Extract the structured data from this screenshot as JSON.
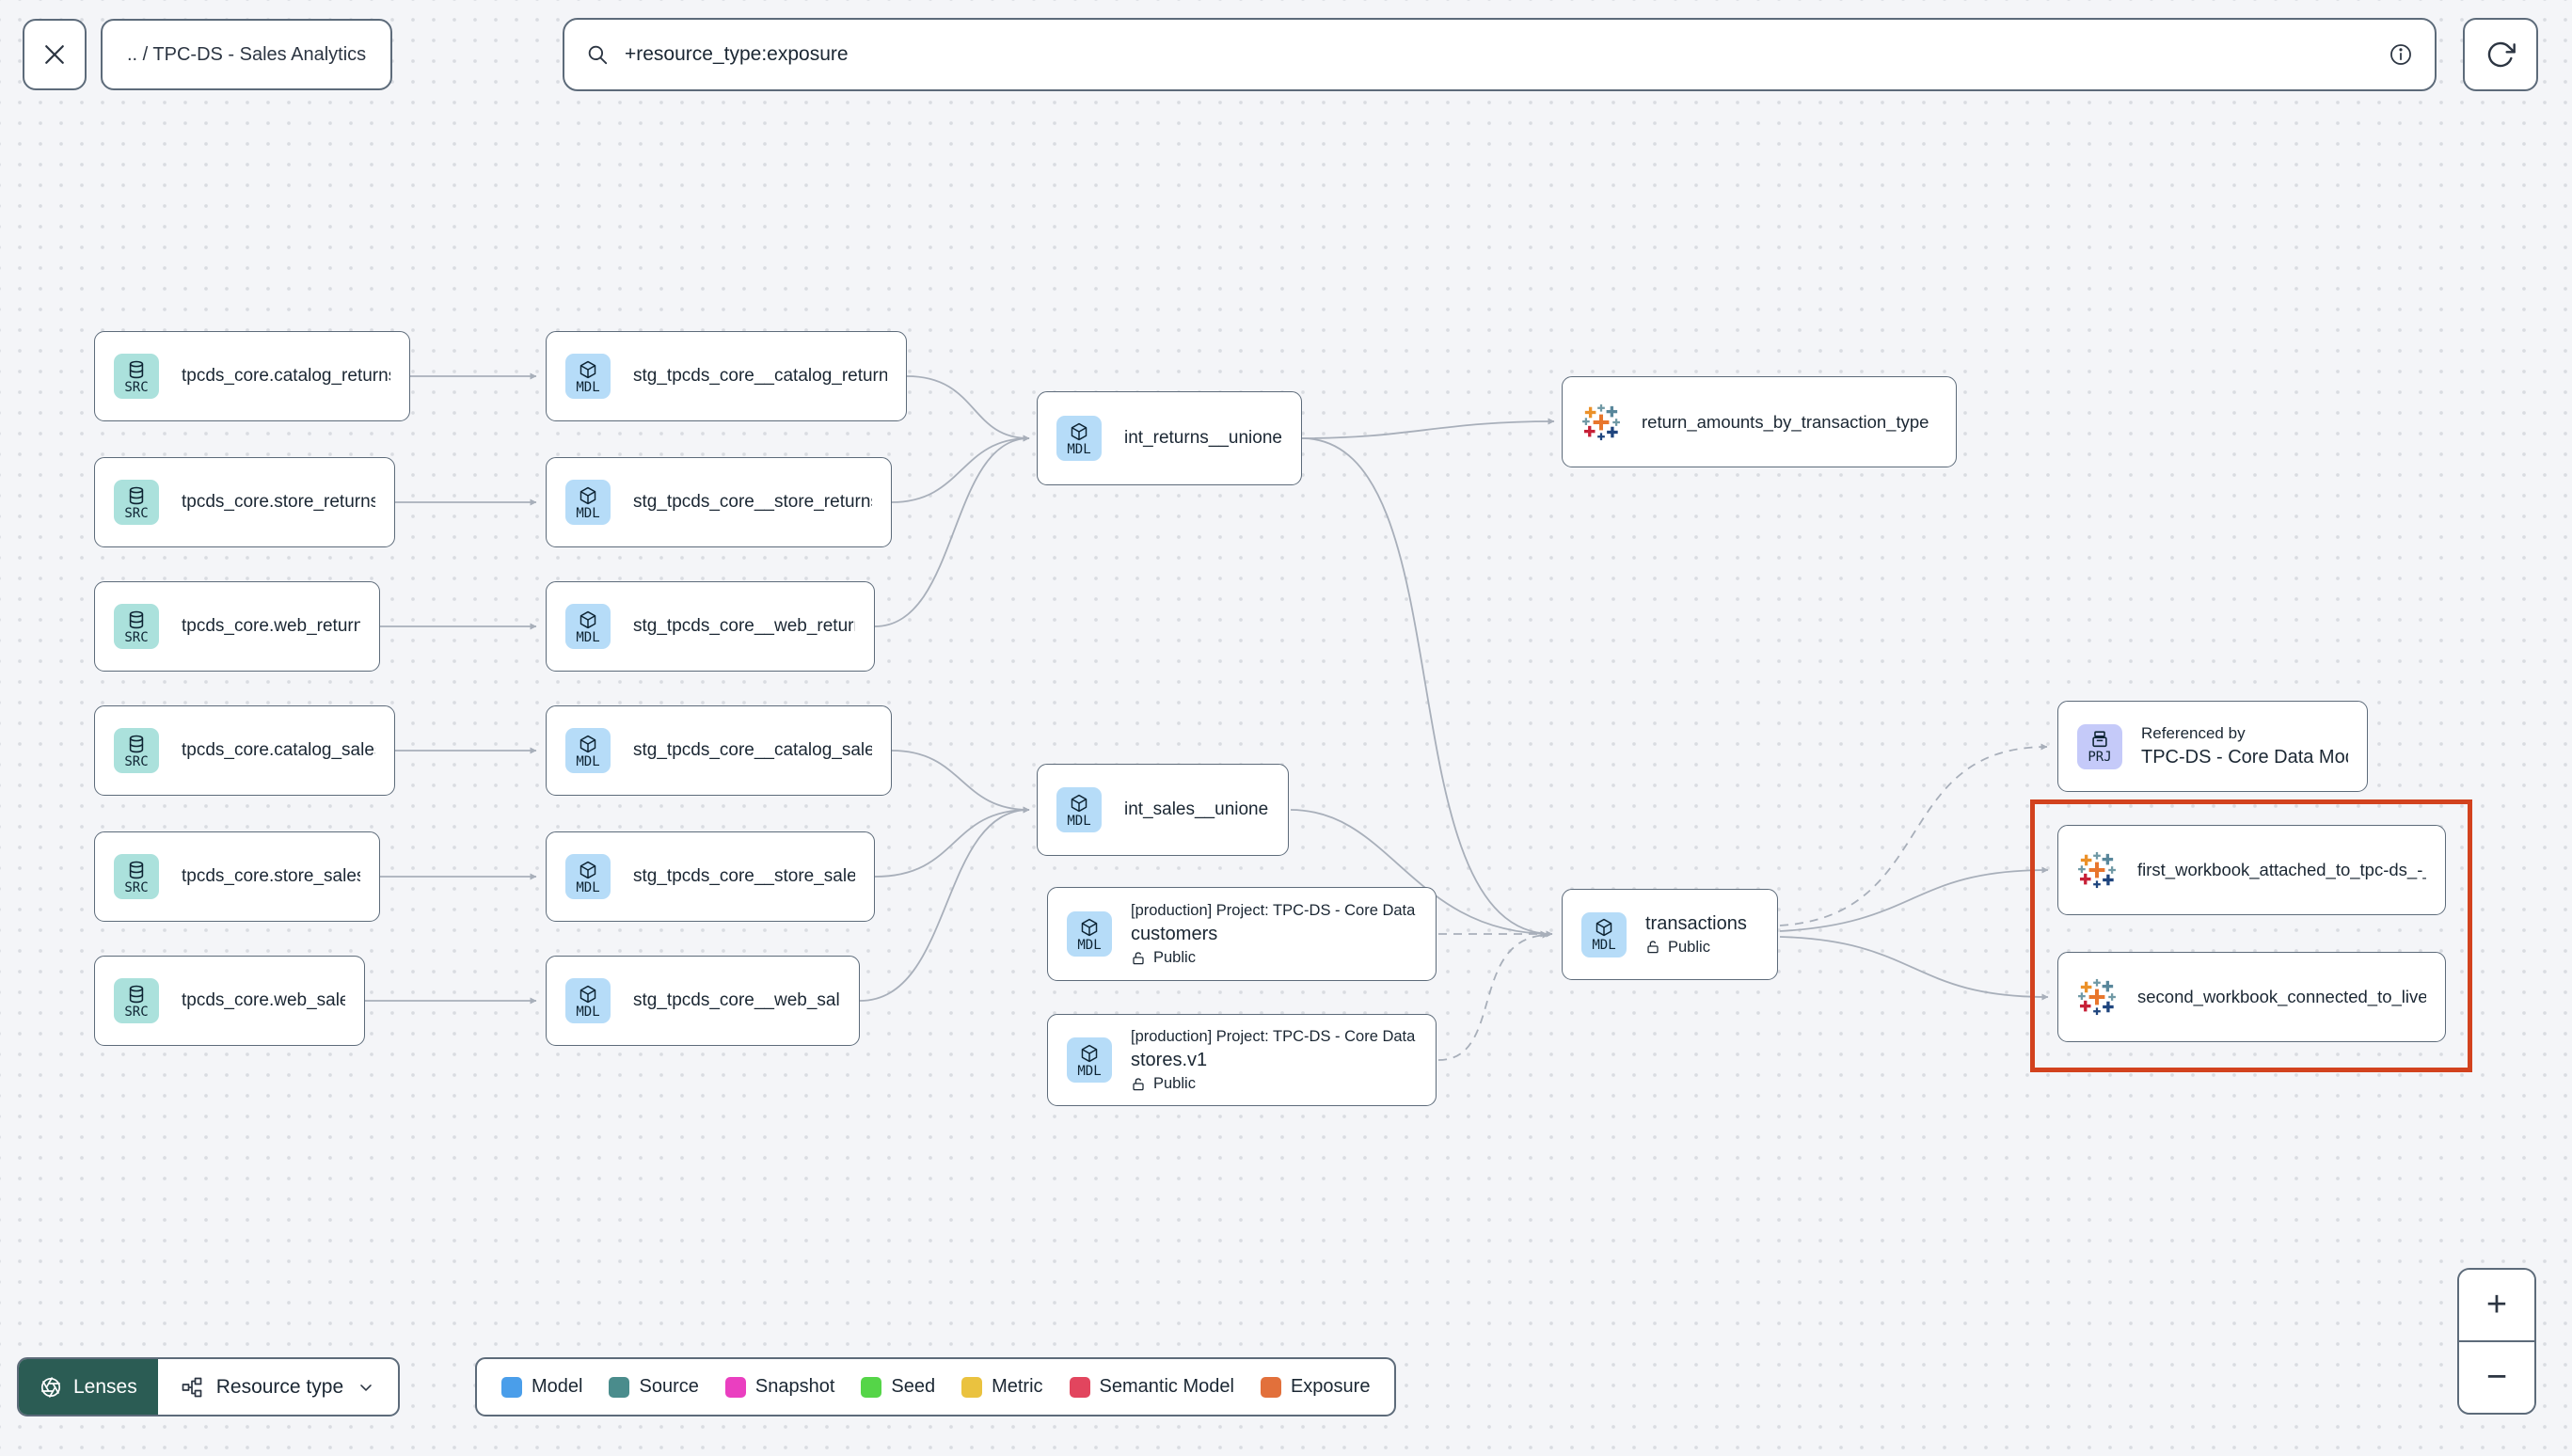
{
  "toolbar": {
    "breadcrumb": ".. / TPC-DS - Sales Analytics",
    "search_value": "+resource_type:exposure"
  },
  "badges": {
    "src": "SRC",
    "mdl": "MDL",
    "prj": "PRJ"
  },
  "nodes": {
    "sources": [
      {
        "label": "tpcds_core.catalog_returns"
      },
      {
        "label": "tpcds_core.store_returns"
      },
      {
        "label": "tpcds_core.web_returns"
      },
      {
        "label": "tpcds_core.catalog_sales"
      },
      {
        "label": "tpcds_core.store_sales"
      },
      {
        "label": "tpcds_core.web_sales"
      }
    ],
    "staging": [
      {
        "label": "stg_tpcds_core__catalog_returns"
      },
      {
        "label": "stg_tpcds_core__store_returns"
      },
      {
        "label": "stg_tpcds_core__web_returns"
      },
      {
        "label": "stg_tpcds_core__catalog_sales"
      },
      {
        "label": "stg_tpcds_core__store_sales"
      },
      {
        "label": "stg_tpcds_core__web_sales"
      }
    ],
    "intermediate": [
      {
        "label": "int_returns__unioned"
      },
      {
        "label": "int_sales__unioned"
      }
    ],
    "cross_project": [
      {
        "context": "[production] Project: TPC-DS - Core Data Mo…",
        "label": "customers",
        "access": "Public"
      },
      {
        "context": "[production] Project: TPC-DS - Core Data Mo…",
        "label": "stores.v1",
        "access": "Public"
      }
    ],
    "marts": [
      {
        "label": "transactions",
        "access": "Public"
      }
    ],
    "exposures": [
      {
        "label": "return_amounts_by_transaction_type"
      },
      {
        "label": "first_workbook_attached_to_tpc-ds_-_…"
      },
      {
        "label": "second_workbook_connected_to_live…"
      }
    ],
    "referenced_by": {
      "title": "Referenced by",
      "label": "TPC-DS - Core Data Models"
    }
  },
  "footer": {
    "lenses_label": "Lenses",
    "lens_selected": "Resource type",
    "legend": [
      {
        "label": "Model",
        "color": "#4a9eea"
      },
      {
        "label": "Source",
        "color": "#4a8c8c"
      },
      {
        "label": "Snapshot",
        "color": "#ea3fc0"
      },
      {
        "label": "Seed",
        "color": "#55d548"
      },
      {
        "label": "Metric",
        "color": "#eac23f"
      },
      {
        "label": "Semantic Model",
        "color": "#e2455e"
      },
      {
        "label": "Exposure",
        "color": "#e2703b"
      }
    ]
  },
  "zoom_controls": {
    "zoom_in": "+",
    "zoom_out": "−"
  },
  "colors": {
    "highlight": "#d2421e"
  }
}
